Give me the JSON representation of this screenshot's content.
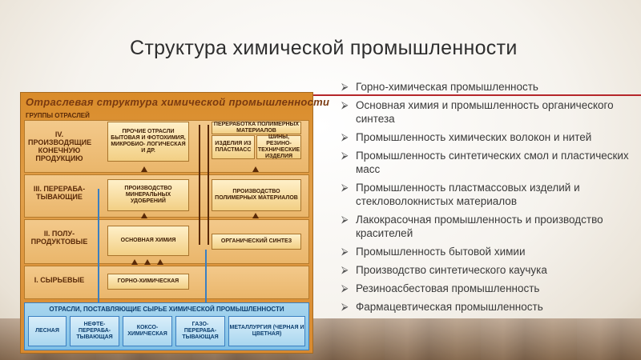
{
  "slide": {
    "title": "Структура химической промышленности"
  },
  "scheme": {
    "title": "Отраслевая структура химической промышленности",
    "groups_header": "ГРУППЫ ОТРАСЛЕЙ",
    "bands": [
      {
        "label": "IV. ПРОИЗВОДЯЩИЕ КОНЕЧНУЮ ПРОДУКЦИЮ"
      },
      {
        "label": "III. ПЕРЕРАБА- ТЫВАЮЩИЕ"
      },
      {
        "label": "II. ПОЛУ- ПРОДУКТОВЫЕ"
      },
      {
        "label": "I. СЫРЬЕВЫЕ"
      }
    ],
    "boxes": {
      "other": "ПРОЧИЕ ОТРАСЛИ БЫТОВАЯ И ФОТОХИМИЯ, МИКРОБИО- ЛОГИЧЕСКАЯ И ДР.",
      "polymer_processing": "ПЕРЕРАБОТКА ПОЛИМЕРНЫХ МАТЕРИАЛОВ",
      "polymer_items": "ИЗДЕЛИЯ ИЗ ПЛАСТМАСС",
      "rubber": "ШИНЫ, РЕЗИНО- ТЕХНИЧЕСКИЕ ИЗДЕЛИЯ",
      "fertilizers": "ПРОИЗВОДСТВО МИНЕРАЛЬНЫХ УДОБРЕНИЙ",
      "polymers": "ПРОИЗВОДСТВО ПОЛИМЕРНЫХ МАТЕРИАЛОВ",
      "basic": "ОСНОВНАЯ ХИМИЯ",
      "organic": "ОРГАНИЧЕСКИЙ СИНТЕЗ",
      "mining": "ГОРНО-ХИМИЧЕСКАЯ"
    },
    "sources_title": "ОТРАСЛИ, ПОСТАВЛЯЮЩИЕ СЫРЬЕ ХИМИЧЕСКОЙ ПРОМЫШЛЕННОСТИ",
    "sources": [
      "ЛЕСНАЯ",
      "НЕФТЕ- ПЕРЕРАБА- ТЫВАЮЩАЯ",
      "КОКСО- ХИМИЧЕСКАЯ",
      "ГАЗО- ПЕРЕРАБА- ТЫВАЮЩАЯ",
      "МЕТАЛЛУРГИЯ (ЧЕРНАЯ И ЦВЕТНАЯ)"
    ]
  },
  "list": {
    "bullet_icon": "bullet-arrow-icon",
    "items": [
      "Горно-химическая промышленность",
      "Основная химия и промышленность органического синтеза",
      "Промышленность химических волокон и нитей",
      "Промышленность синтетических смол и пластических масс",
      "Промышленность пластмассовых изделий и стекловолокнистых материалов",
      "Лакокрасочная промышленность и производство красителей",
      "Промышленность бытовой химии",
      "Производство синтетического каучука",
      "Резиноасбестовая промышленность",
      "Фармацевтическая промышленность"
    ]
  },
  "colors": {
    "accent_rule": "#b5262a",
    "scheme_orange": "#d98b2a",
    "source_blue": "#7fc0e6"
  }
}
